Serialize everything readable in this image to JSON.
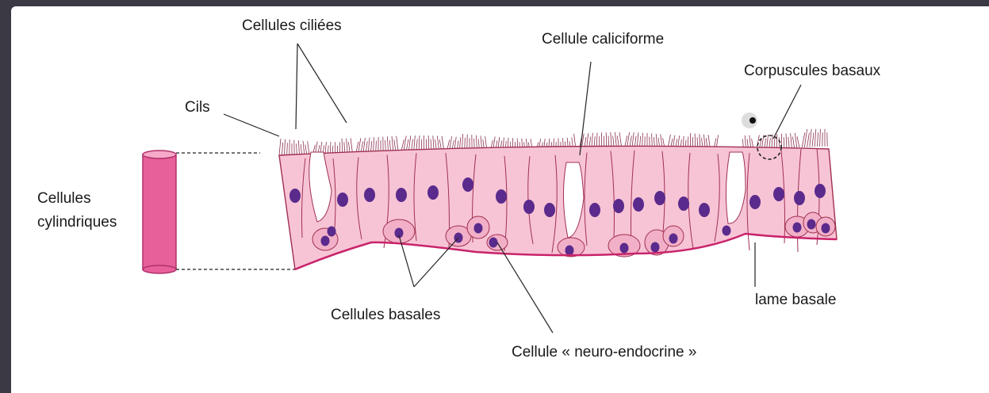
{
  "labels": {
    "cellules_ciliees": "Cellules ciliées",
    "cellule_caliciforme": "Cellule caliciforme",
    "corpuscules_basaux": "Corpuscules basaux",
    "cils": "Cils",
    "cellules_cylindriques_1": "Cellules",
    "cellules_cylindriques_2": "cylindriques",
    "cellules_basales": "Cellules basales",
    "lame_basale": "lame basale",
    "cellule_neuro_endocrine": "Cellule « neuro-endocrine »"
  },
  "colors": {
    "frame": "#3b3a44",
    "cell_fill": "#f7c4d6",
    "cell_outline": "#a0304f",
    "goblet_fill": "#ffffff",
    "nucleus": "#5a2a8c",
    "basal_lamina": "#c8246a",
    "cylinder": "#e8609a"
  }
}
